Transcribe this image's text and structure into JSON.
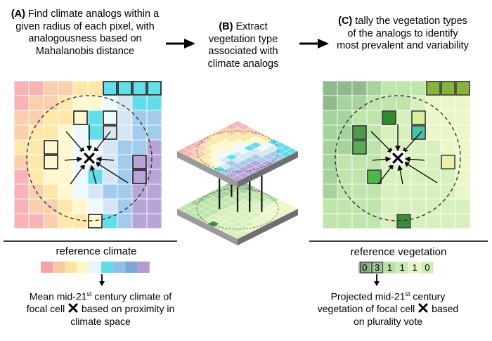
{
  "panel_a": {
    "label": "(A)",
    "text": "Find climate analogs within a given radius of each pixel, with analogousness based on Mahalanobis distance"
  },
  "panel_b": {
    "label": "(B)",
    "text": "Extract vegetation type associated with climate analogs"
  },
  "panel_c": {
    "label": "(C)",
    "text": "tally the vegetation types of the analogs to identify most prevalent and variability"
  },
  "reference_climate": {
    "title": "reference climate",
    "colors": [
      "#f4a3a8",
      "#f8c9a4",
      "#fbe3a1",
      "#fff6c6",
      "#e5f6fb",
      "#66dbe8",
      "#8cc0e4",
      "#7aa6d8",
      "#b39ad3"
    ]
  },
  "reference_vegetation": {
    "title": "reference vegetation",
    "values": [
      "0",
      "3",
      "1",
      "1",
      "1",
      "0"
    ],
    "colors": [
      "#8ea98a",
      "#9fc69a",
      "#b6e2a6",
      "#c8eab3",
      "#e5f5c8",
      "#ccefb0"
    ]
  },
  "result_climate": {
    "line1_pre": "Mean mid-21",
    "line1_sup": "st",
    "line1_post": " century climate of",
    "line2_pre": "focal cell",
    "line2_post": "based on proximity in",
    "line3": "climate space"
  },
  "result_vegetation": {
    "line1_pre": "Projected mid-21",
    "line1_sup": "st",
    "line1_post": " century",
    "line2_pre": "vegetation of focal cell",
    "line2_post": "based",
    "line3": "on plurality vote"
  }
}
